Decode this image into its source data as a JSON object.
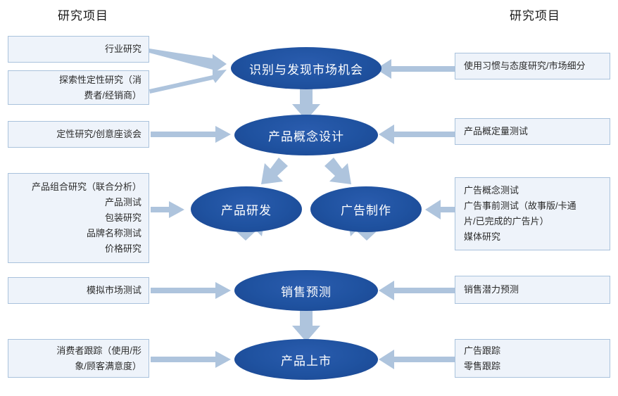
{
  "diagram": {
    "type": "flowchart",
    "title_left": "研究项目",
    "title_right": "研究项目",
    "palette": {
      "ellipse_fill": "#1f52a0",
      "ellipse_text": "#ffffff",
      "box_fill": "#eef3fa",
      "box_border": "#a9c2dc",
      "arrow": "#aec4dd",
      "page_background": "#ffffff",
      "header_text": "#1a1a1a"
    }
  },
  "headers": {
    "left": "研究项目",
    "right": "研究项目"
  },
  "stages": [
    {
      "id": "stage-1",
      "label": "识别与发现市场机会"
    },
    {
      "id": "stage-2",
      "label": "产品概念设计"
    },
    {
      "id": "stage-3a",
      "label": "产品研发"
    },
    {
      "id": "stage-3b",
      "label": "广告制作"
    },
    {
      "id": "stage-4",
      "label": "销售预测"
    },
    {
      "id": "stage-5",
      "label": "产品上市"
    }
  ],
  "left_boxes": [
    {
      "id": "left-box-1",
      "lines": [
        "行业研究"
      ]
    },
    {
      "id": "left-box-2",
      "lines": [
        "探索性定性研究（消",
        "费者/经销商）"
      ]
    },
    {
      "id": "left-box-3",
      "lines": [
        "定性研究/创意座谈会"
      ]
    },
    {
      "id": "left-box-4",
      "lines": [
        "产品组合研究（联合分析）",
        "产品测试",
        "包装研究",
        "品牌名称测试",
        "价格研究"
      ]
    },
    {
      "id": "left-box-5",
      "lines": [
        "模拟市场测试"
      ]
    },
    {
      "id": "left-box-6",
      "lines": [
        "消费者跟踪（使用/形",
        "象/顾客满意度）"
      ]
    }
  ],
  "right_boxes": [
    {
      "id": "right-box-1",
      "lines": [
        "使用习惯与态度研究/市场细分"
      ]
    },
    {
      "id": "right-box-2",
      "lines": [
        "产品概定量测试"
      ]
    },
    {
      "id": "right-box-3",
      "lines": [
        "广告概念测试",
        "广告事前测试（故事版/卡通",
        "片/已完成的广告片）",
        "媒体研究"
      ]
    },
    {
      "id": "right-box-4",
      "lines": [
        "销售潜力预测"
      ]
    },
    {
      "id": "right-box-5",
      "lines": [
        "广告跟踪",
        "零售跟踪"
      ]
    }
  ]
}
